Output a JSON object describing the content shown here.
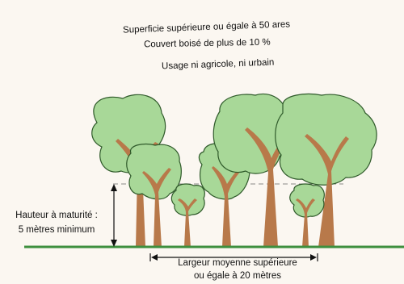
{
  "criteria": {
    "area": "Superficie supérieure ou égale à 50 ares",
    "cover": "Couvert boisé de plus de 10 %",
    "usage": "Usage ni agricole, ni urbain"
  },
  "height_label": {
    "line1": "Hauteur à maturité :",
    "line2": "5 mètres minimum"
  },
  "width_label": {
    "line1": "Largeur moyenne supérieure",
    "line2": "ou égale à 20 mètres"
  },
  "colors": {
    "background": "#fbf7f1",
    "foliage": "#a8d898",
    "foliage_outline": "#2f5a2a",
    "trunk": "#b8794a",
    "ground": "#3e8f3e",
    "dimension_line": "#111111",
    "dashed_line": "#888888"
  }
}
